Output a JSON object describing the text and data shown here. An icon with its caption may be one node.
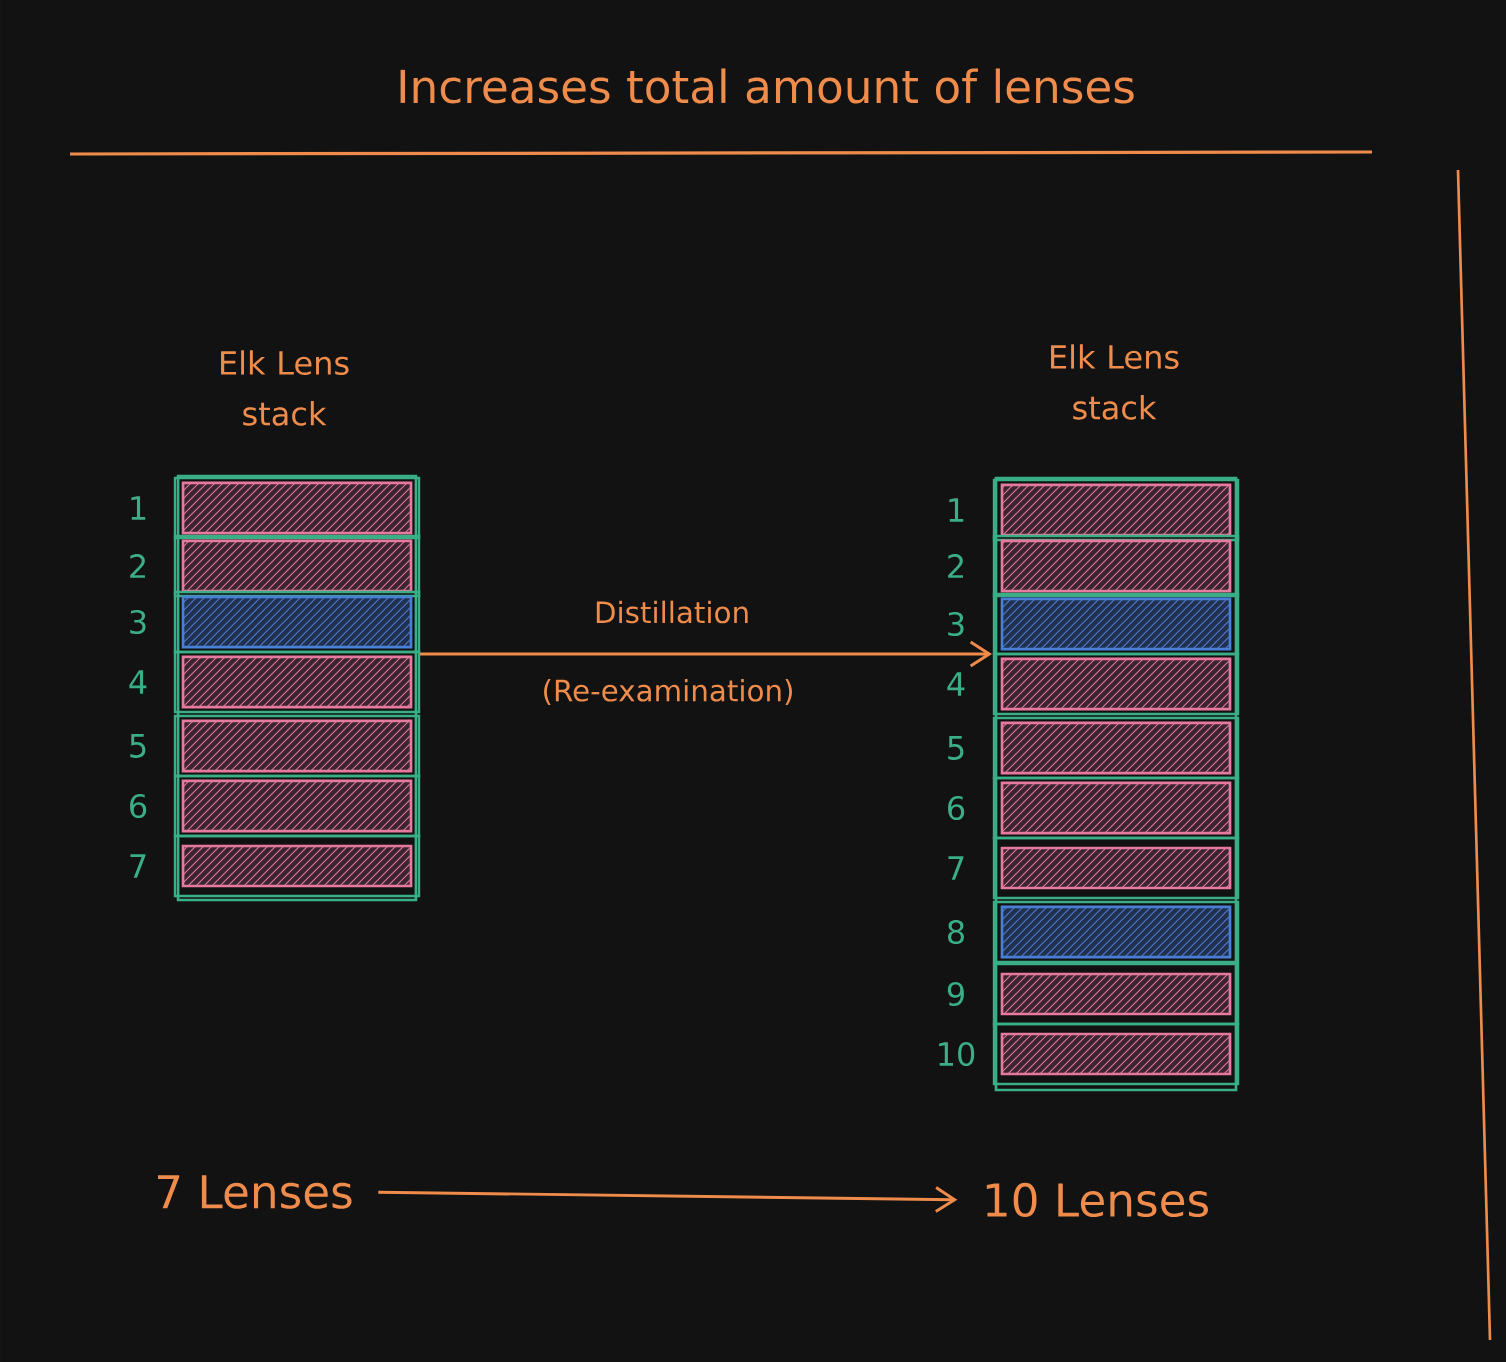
{
  "diagram": {
    "title": "Increases total amount of lenses",
    "nodes": [
      {
        "text": [
          "Elk Lens stack"
        ]
      },
      {
        "text": [],
        "shape": "bar",
        "beside": [
          "1"
        ],
        "in": 0
      },
      {
        "text": [],
        "shape": "bar",
        "beside": [
          "2"
        ],
        "in": 0
      },
      {
        "text": [],
        "shape": "bar",
        "beside": [
          "3"
        ],
        "in": 0
      },
      {
        "text": [],
        "shape": "bar",
        "beside": [
          "4"
        ],
        "in": 0
      },
      {
        "text": [],
        "shape": "bar",
        "beside": [
          "5"
        ],
        "in": 0
      },
      {
        "text": [],
        "shape": "bar",
        "beside": [
          "6"
        ],
        "in": 0
      },
      {
        "text": [],
        "shape": "bar",
        "beside": [
          "7"
        ],
        "in": 0
      },
      {
        "text": [
          "Elk Lens stack"
        ]
      },
      {
        "text": [],
        "shape": "bar",
        "beside": [
          "1"
        ],
        "in": 8
      },
      {
        "text": [],
        "shape": "bar",
        "beside": [
          "2"
        ],
        "in": 8
      },
      {
        "text": [],
        "shape": "bar",
        "beside": [
          "3"
        ],
        "in": 8
      },
      {
        "text": [],
        "shape": "bar",
        "beside": [
          "4"
        ],
        "in": 8
      },
      {
        "text": [],
        "shape": "bar",
        "beside": [
          "5"
        ],
        "in": 8
      },
      {
        "text": [],
        "shape": "bar",
        "beside": [
          "6"
        ],
        "in": 8
      },
      {
        "text": [],
        "shape": "bar",
        "beside": [
          "7"
        ],
        "in": 8
      },
      {
        "text": [],
        "shape": "bar",
        "beside": [
          "8"
        ],
        "in": 8
      },
      {
        "text": [],
        "shape": "bar",
        "beside": [
          "9"
        ],
        "in": 8
      },
      {
        "text": [],
        "shape": "bar",
        "beside": [
          "10"
        ],
        "in": 8
      },
      {
        "text": [
          "7 Lenses"
        ]
      },
      {
        "text": [
          "10 Lenses"
        ]
      }
    ],
    "edges": [
      {
        "from": 0,
        "to": 8,
        "arrow": "to",
        "label": "Distillation"
      },
      {
        "from": 19,
        "to": 20,
        "arrow": "to"
      }
    ],
    "labels": [
      "(Re-examination)"
    ]
  }
}
